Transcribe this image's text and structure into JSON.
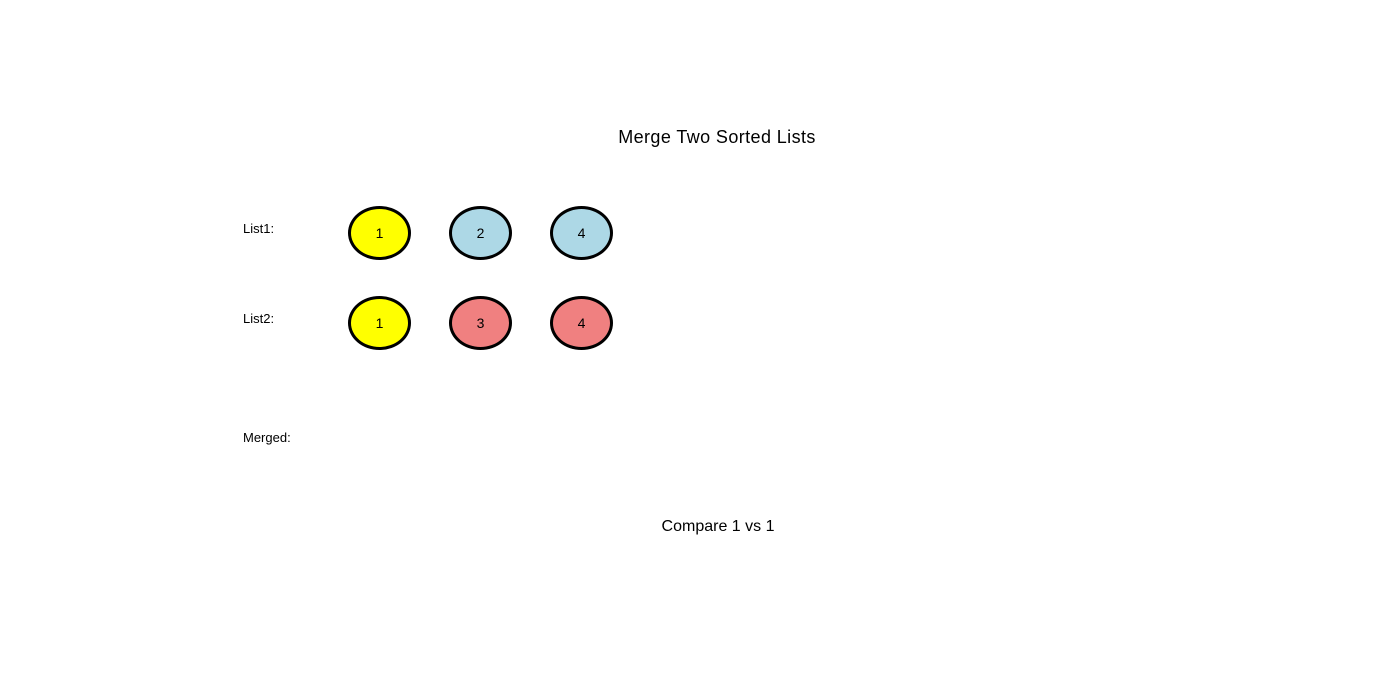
{
  "title": "Merge Two Sorted Lists",
  "status_text": "Compare 1 vs 1",
  "colors": {
    "background": "#ffffff",
    "outline": "#000000",
    "text": "#000000",
    "highlight": "#ffff00",
    "list1_node": "#add8e6",
    "list2_node": "#f08080"
  },
  "rows": [
    {
      "label": "List1:",
      "nodes": [
        {
          "value": "1",
          "color": "#ffff00"
        },
        {
          "value": "2",
          "color": "#add8e6"
        },
        {
          "value": "4",
          "color": "#add8e6"
        }
      ]
    },
    {
      "label": "List2:",
      "nodes": [
        {
          "value": "1",
          "color": "#ffff00"
        },
        {
          "value": "3",
          "color": "#f08080"
        },
        {
          "value": "4",
          "color": "#f08080"
        }
      ]
    },
    {
      "label": "Merged:",
      "nodes": []
    }
  ]
}
